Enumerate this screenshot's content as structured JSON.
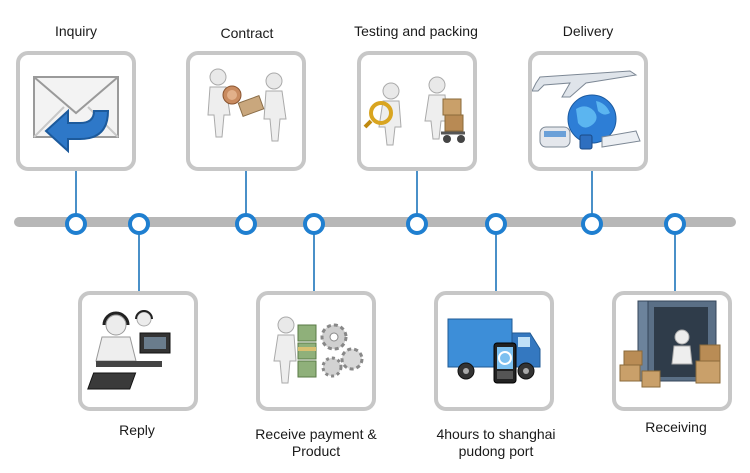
{
  "steps": [
    {
      "id": "inquiry",
      "label": "Inquiry",
      "icon": "envelope-reply-icon"
    },
    {
      "id": "reply",
      "label": "Reply",
      "icon": "call-center-headset-icon"
    },
    {
      "id": "contract",
      "label": "Contract",
      "icon": "handshake-contract-icon"
    },
    {
      "id": "payment",
      "label_line1": "Receive payment &",
      "label_line2": "Product",
      "icon": "money-gears-icon"
    },
    {
      "id": "testing",
      "label": "Testing and packing",
      "icon": "magnifier-boxes-icon"
    },
    {
      "id": "transit",
      "label_line1": "4hours to shanghai",
      "label_line2": "pudong port",
      "icon": "delivery-truck-phone-icon"
    },
    {
      "id": "delivery",
      "label": "Delivery",
      "icon": "airplane-globe-train-icon"
    },
    {
      "id": "receiving",
      "label": "Receiving",
      "icon": "container-boxes-icon"
    }
  ],
  "colors": {
    "line": "#b7b7b7",
    "node": "#1f7fd0",
    "card_border": "#c7c7c7",
    "text": "#1a1a1a"
  }
}
